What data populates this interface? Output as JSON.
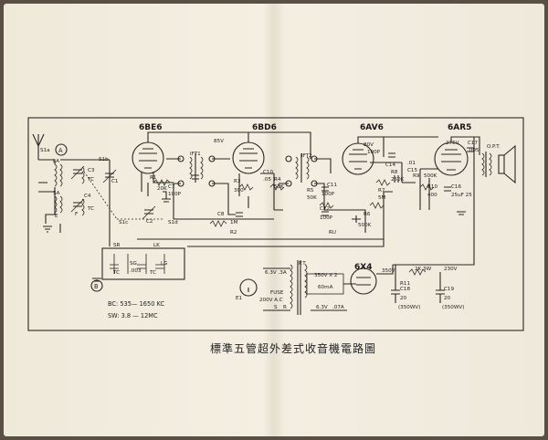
{
  "caption": "標準五管超外差式收音機電路圖",
  "tubes": [
    "6BE6",
    "6BD6",
    "6AV6",
    "6AR5",
    "6X4"
  ],
  "band_notes": [
    "BC: 535— 1650 KC",
    "SW: 3.8 — 12MC"
  ],
  "labels": {
    "supply_85v": "85V",
    "ift1": "IFT1",
    "ift2": "IFT2",
    "c8": "C8",
    "r2": "R2",
    "m1": "1M",
    "r1": "R1",
    "k20": "20K",
    "c7": "C7",
    "p100a": "100P",
    "r3": "R3",
    "r3v": "300",
    "r4": "R4",
    "r4v": "50K",
    "c10": "C10",
    "c10v": ".05",
    "r5": "R5",
    "r5v": "50K",
    "c11": "C11",
    "c11v": "100P",
    "c12": "C12",
    "c12v": "100P",
    "r6": "R6",
    "r6v": "500K",
    "r7": "R7",
    "r7v": "5M",
    "ru": "RU",
    "v80": "80V",
    "p100b": "100P",
    "c14": "C14",
    "r8": "R8",
    "r8v": "250K",
    "c15": "C15",
    "c15v": ".01",
    "r9": "R9",
    "r9v": "500K",
    "r10": "R10",
    "r10v": "400",
    "c16": "C16",
    "c16v": "25uF 25",
    "v275": "275V",
    "c17": "C17",
    "c17v": ".005",
    "opt": "O.P.T.",
    "la": "LA",
    "sa": "SA",
    "sb": "SB",
    "c3": "C3",
    "c4": "C4",
    "c1": "C1",
    "c2": "C2",
    "tc": "TC",
    "sr": "SR",
    "lk": "LK",
    "sg": "SG",
    "lg": "LG",
    "v003": ".003",
    "s1a": "S1a",
    "s1b": "S1b",
    "s1c": "S1c",
    "s1d": "S1d",
    "pt": "P.T.",
    "pt_sec": "350V X 2",
    "ma60": "60mA",
    "v63a": "6.3V .3A",
    "fuse": "FUSE",
    "e1": "E1",
    "ac200": "200V A.C",
    "v63": "6.3V",
    "a07": ".07A",
    "v350": "350V",
    "r11": "R11",
    "r11v": "2K 3W",
    "v230": "230V",
    "c18": "C18",
    "c18v": "20",
    "c18w": "(350WV)",
    "c19": "C19",
    "c19v": "20",
    "c19w": "(350WV)",
    "mark_a": "A",
    "mark_b": "B",
    "mark_e": "E",
    "mark_f": "F",
    "r": "R",
    "sw": "S"
  }
}
